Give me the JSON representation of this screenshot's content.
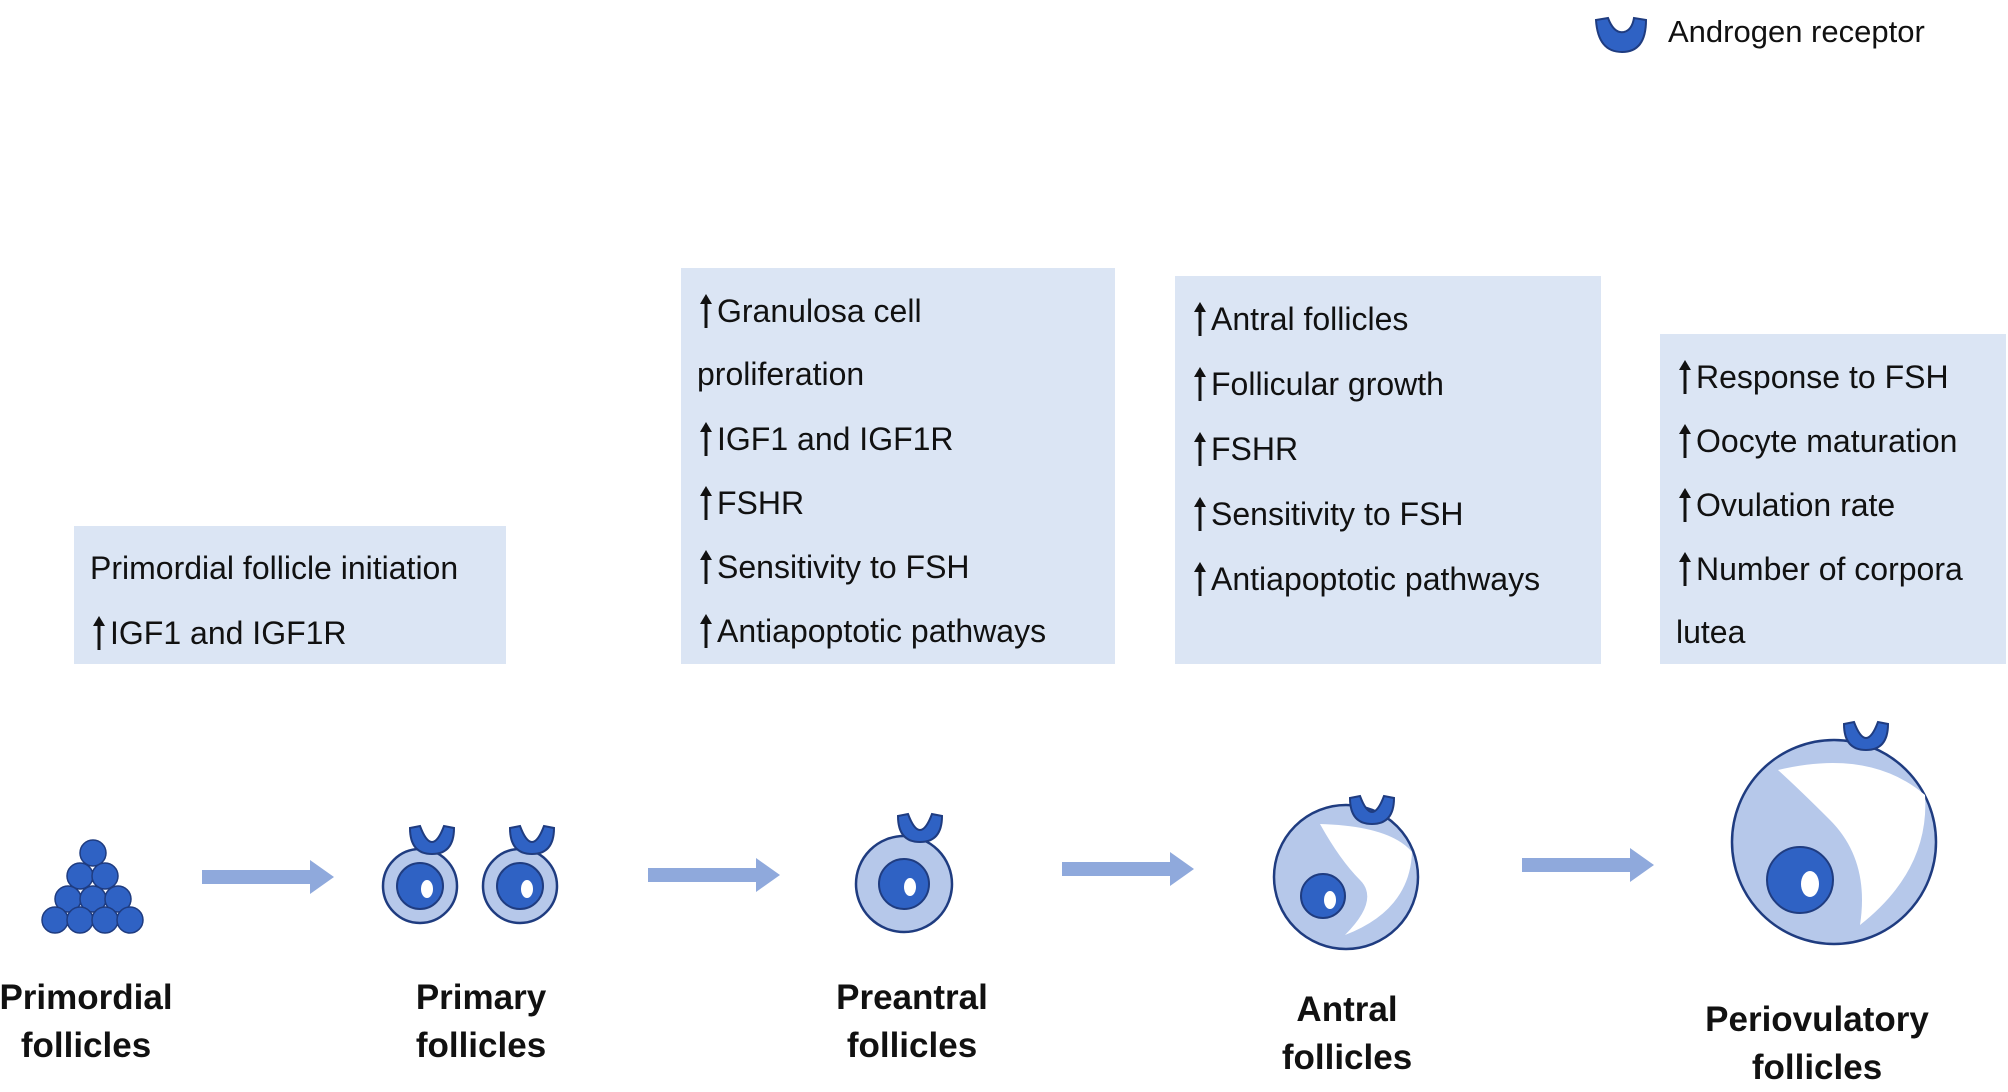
{
  "legend": {
    "label": "Androgen receptor",
    "icon": "androgen-receptor-icon"
  },
  "colors": {
    "box_fill": "#dbe5f4",
    "follicle_fill": "#b6c8ea",
    "oocyte_fill": "#2f62c4",
    "outline": "#1f3c80",
    "arrow": "#8fa9dc"
  },
  "boxes": {
    "primordial": {
      "lines": [
        {
          "arrow": false,
          "text": "Primordial follicle initiation"
        },
        {
          "arrow": true,
          "text": "IGF1 and IGF1R"
        }
      ]
    },
    "preantral": {
      "lines": [
        {
          "arrow": true,
          "text": "Granulosa cell"
        },
        {
          "arrow": false,
          "text": "proliferation"
        },
        {
          "arrow": true,
          "text": "IGF1 and IGF1R"
        },
        {
          "arrow": true,
          "text": "FSHR"
        },
        {
          "arrow": true,
          "text": "Sensitivity to FSH"
        },
        {
          "arrow": true,
          "text": "Antiapoptotic pathways"
        }
      ]
    },
    "antral": {
      "lines": [
        {
          "arrow": true,
          "text": "Antral follicles"
        },
        {
          "arrow": true,
          "text": "Follicular growth"
        },
        {
          "arrow": true,
          "text": "FSHR"
        },
        {
          "arrow": true,
          "text": "Sensitivity to FSH"
        },
        {
          "arrow": true,
          "text": "Antiapoptotic pathways"
        }
      ]
    },
    "periovulatory": {
      "lines": [
        {
          "arrow": true,
          "text": "Response to FSH"
        },
        {
          "arrow": true,
          "text": "Oocyte maturation"
        },
        {
          "arrow": true,
          "text": "Ovulation rate"
        },
        {
          "arrow": true,
          "text": "Number of corpora"
        },
        {
          "arrow": false,
          "text": "lutea"
        }
      ]
    }
  },
  "stages": {
    "primordial": {
      "line1": "Primordial",
      "line2": "follicles"
    },
    "primary": {
      "line1": "Primary",
      "line2": "follicles"
    },
    "preantral": {
      "line1": "Preantral",
      "line2": "follicles"
    },
    "antral": {
      "line1": "Antral",
      "line2": "follicles"
    },
    "periovulatory": {
      "line1": "Periovulatory",
      "line2": "follicles"
    }
  }
}
